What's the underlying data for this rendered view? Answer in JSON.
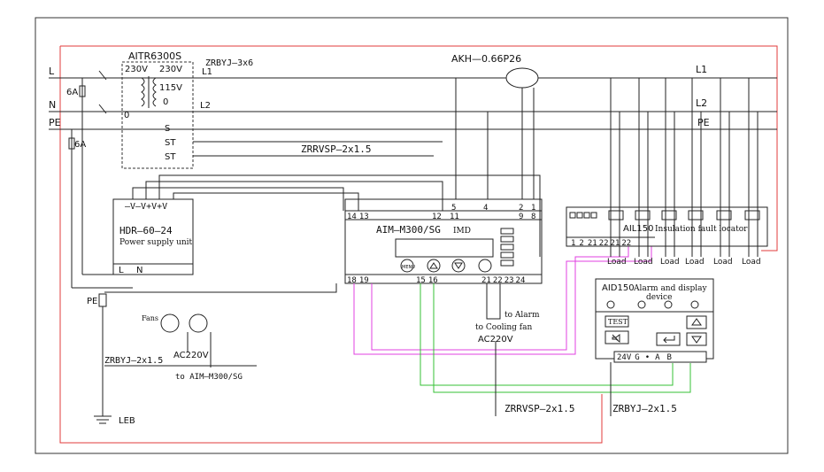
{
  "lines": {
    "L": "L",
    "N": "N",
    "PE": "PE",
    "L1": "L1",
    "L2": "L2",
    "PE_right": "PE"
  },
  "fuses": {
    "f1": "6A",
    "f2": "6A"
  },
  "transformer": {
    "name": "AITR6300S",
    "pri": "230V",
    "sec": "230V",
    "tap115": "115V",
    "tap0": "0",
    "pri0": "0",
    "out_l1": "L1",
    "out_l2": "L2",
    "s": "S",
    "st1": "ST",
    "st2": "ST"
  },
  "cables": {
    "c1": "ZRBYJ—3x6",
    "c2": "ZRRVSP—2x1.5",
    "c3": "ZRBYJ—2x1.5",
    "c4": "ZRRVSP—2x1.5",
    "c5": "ZRBYJ—2x1.5"
  },
  "ct": {
    "label": "AKH—0.66P26"
  },
  "psu": {
    "terminals": "—V—V+V+V",
    "model": "HDR—60—24",
    "desc": "Power supply unit",
    "t_l": "L",
    "t_n": "N"
  },
  "imd": {
    "top_terms": [
      "14",
      "13",
      "•",
      "•",
      "•",
      "12",
      "11",
      "•",
      "4",
      "•",
      "2",
      "1"
    ],
    "top_terms2": [
      "5",
      "9",
      "8"
    ],
    "bottom_terms": [
      "18",
      "19",
      "•",
      "•",
      "15",
      "16",
      "•",
      "•",
      "21",
      "22",
      "23",
      "24"
    ],
    "title": "AIM—M300/SG",
    "imd_tag": "IMD",
    "btn_menu": "MENU"
  },
  "locator": {
    "name": "AIL150",
    "desc": "Insulation fault locator",
    "terms": [
      "1",
      "2",
      "21",
      "22",
      "21",
      "22"
    ],
    "loads": [
      "Load",
      "Load",
      "Load",
      "Load",
      "Load",
      "Load"
    ]
  },
  "alarm": {
    "name": "AID150",
    "desc1": "Alarm and display",
    "desc2": "device",
    "test": "TEST",
    "terms": [
      "24V",
      "G",
      "•",
      "A",
      "B"
    ]
  },
  "labels": {
    "pe_term": "PE",
    "fans": "Fans",
    "ac220_a": "AC220V",
    "ac220_b": "AC220V",
    "to_aim": "to AIM—M300/SG",
    "to_alarm": "to Alarm",
    "to_fan": "to Cooling fan",
    "leb": "LEB"
  }
}
